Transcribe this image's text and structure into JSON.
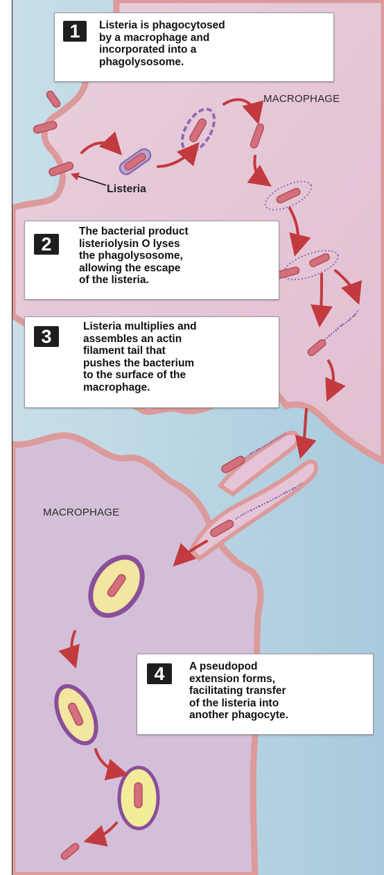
{
  "steps": [
    {
      "number": "1",
      "text": "Listeria is phagocytosed\nby a macrophage and\nincorporated into a\nphagolysosome."
    },
    {
      "number": "2",
      "text": "The bacterial product\nlisteriolysin O lyses\nthe phagolysosome,\nallowing the escape\nof the listeria."
    },
    {
      "number": "3",
      "text": "Listeria multiplies and\nassembles an actin\nfilament tail that\npushes the bacterium\nto the surface of the\nmacrophage."
    },
    {
      "number": "4",
      "text": "A pseudopod\nextension forms,\nfacilitating transfer\nof the listeria into\nanother phagocyte."
    }
  ],
  "labels": {
    "macrophage_top": "MACROPHAGE",
    "macrophage_left": "MACROPHAGE",
    "listeria": "Listeria"
  },
  "colors": {
    "cytoplasm": "#e6c6d6",
    "membrane": "#dc9a9a",
    "extracellular": "#b6d2e2",
    "bacterium": "#d4707c",
    "vacuole": "#8a6db2",
    "second_cell": "#d2bcd6",
    "arrow": "#c23a3e"
  }
}
